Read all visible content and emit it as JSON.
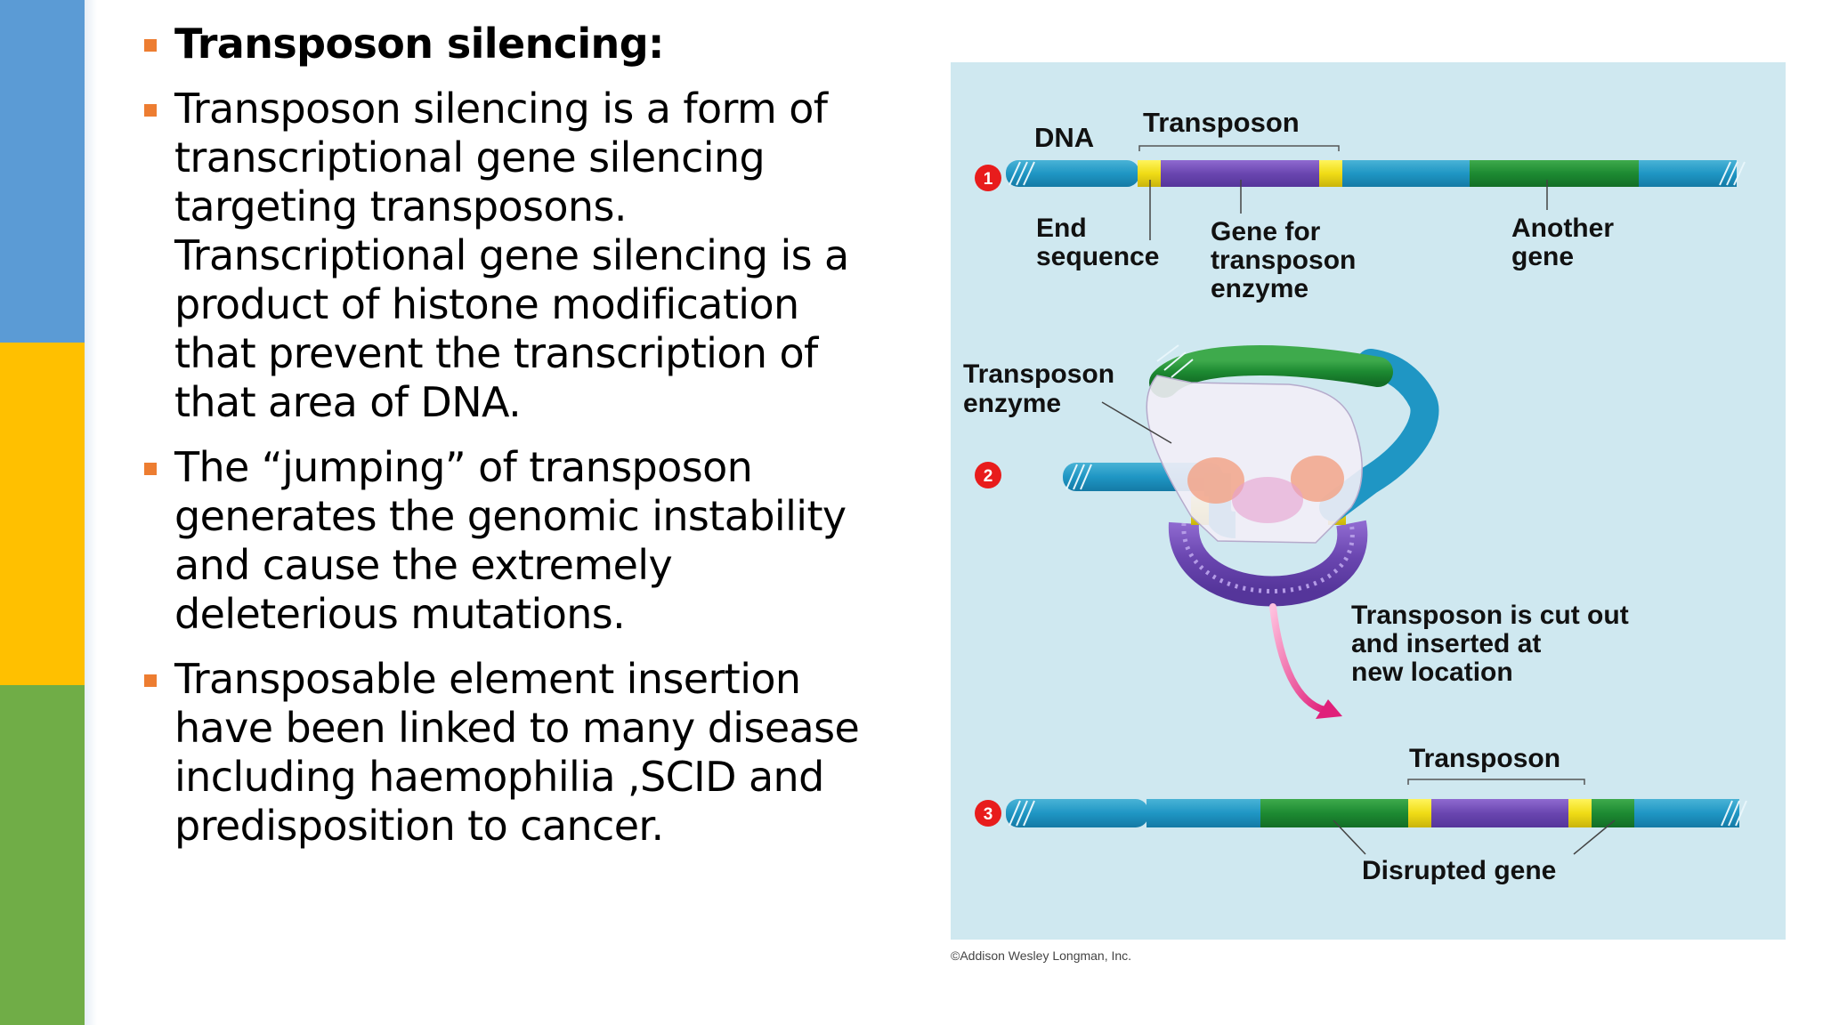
{
  "colors": {
    "stripe_top": "#5b9bd5",
    "stripe_middle": "#ffc000",
    "stripe_bottom": "#70ad47",
    "bullet_marker": "#ed7d31",
    "figure_bg": "#cfe8f0"
  },
  "bullets": [
    {
      "text": "Transposon silencing:"
    },
    {
      "text": "Transposon silencing is a form of transcriptional gene silencing targeting transposons. Transcriptional gene silencing is a product of histone modification that prevent the transcription of that area of DNA."
    },
    {
      "text": "The “jumping” of transposon generates the genomic instability and cause the extremely deleterious mutations."
    },
    {
      "text": "Transposable element insertion have been linked to many disease including haemophilia ,SCID and predisposition to cancer."
    }
  ],
  "figure": {
    "step1": {
      "number": "1",
      "dna": "DNA",
      "transposon": "Transposon",
      "end_sequence_1": "End",
      "end_sequence_2": "sequence",
      "gene_enzyme_1": "Gene for",
      "gene_enzyme_2": "transposon",
      "gene_enzyme_3": "enzyme",
      "another_gene_1": "Another",
      "another_gene_2": "gene"
    },
    "step2": {
      "number": "2",
      "enzyme_1": "Transposon",
      "enzyme_2": "enzyme",
      "caption_1": "Transposon is cut out",
      "caption_2": "and inserted at",
      "caption_3": "new location"
    },
    "step3": {
      "number": "3",
      "transposon": "Transposon",
      "disrupted": "Disrupted gene"
    },
    "credit": "©Addison Wesley Longman, Inc."
  }
}
